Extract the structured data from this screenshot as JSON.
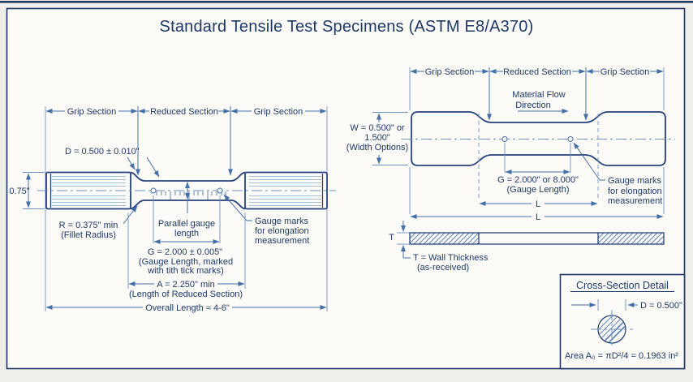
{
  "title": "Standard Tensile Test Specimens (ASTM E8/A370)",
  "colors": {
    "navy": "#1d3866",
    "outline": "#24427a",
    "dimension_line": "#4470a8",
    "light_line": "#a3bcd9",
    "page_bg": "#fcfbf7",
    "outer_bg": "#efeee8"
  },
  "left_specimen": {
    "sections": [
      "Grip Section",
      "Reduced Section",
      "Grip Section"
    ],
    "diameter_label": "D = 0.500 ± 0.010\"",
    "grip_height_label": "0.75\"",
    "fillet_label_1": "R = 0.375\" min",
    "fillet_label_2": "(Fillet Radius)",
    "parallel_gauge_1": "Parallel gauge",
    "parallel_gauge_2": "length",
    "gauge_marks_1": "Gauge marks",
    "gauge_marks_2": "for elongation",
    "gauge_marks_3": "measurement",
    "gauge_length_label": "G = 2.000 ± 0.005\"",
    "gauge_length_note_1": "(Gauge Length, marked",
    "gauge_length_note_2": "with tith tick marks)",
    "reduced_length_label": "A = 2.250\" min",
    "reduced_length_note": "(Length of Reduced Section)",
    "overall_length_label": "Overall Length ≈ 4-6\""
  },
  "right_specimen": {
    "sections": [
      "Grip Section",
      "Reduced Section",
      "Grip Section"
    ],
    "flow_label_1": "Material Flow",
    "flow_label_2": "Direction",
    "width_label_1": "W = 0.500\" or",
    "width_label_2": "1.500\"",
    "width_label_3": "(Width Options)",
    "gauge_length_label": "G = 2.000\" or 8.000\"",
    "gauge_length_note": "(Gauge Length)",
    "gauge_marks_1": "Gauge marks",
    "gauge_marks_2": "for elongation",
    "gauge_marks_3": "measurement",
    "length_label": "L",
    "thickness_symbol": "T",
    "thickness_label_1": "T = Wall Thickness",
    "thickness_label_2": "(as-received)"
  },
  "cross_section": {
    "title": "Cross-Section Detail",
    "diameter_label": "D = 0.500\"",
    "area_formula": "Area A₀ = πD²/4 = 0.1963 in²"
  }
}
